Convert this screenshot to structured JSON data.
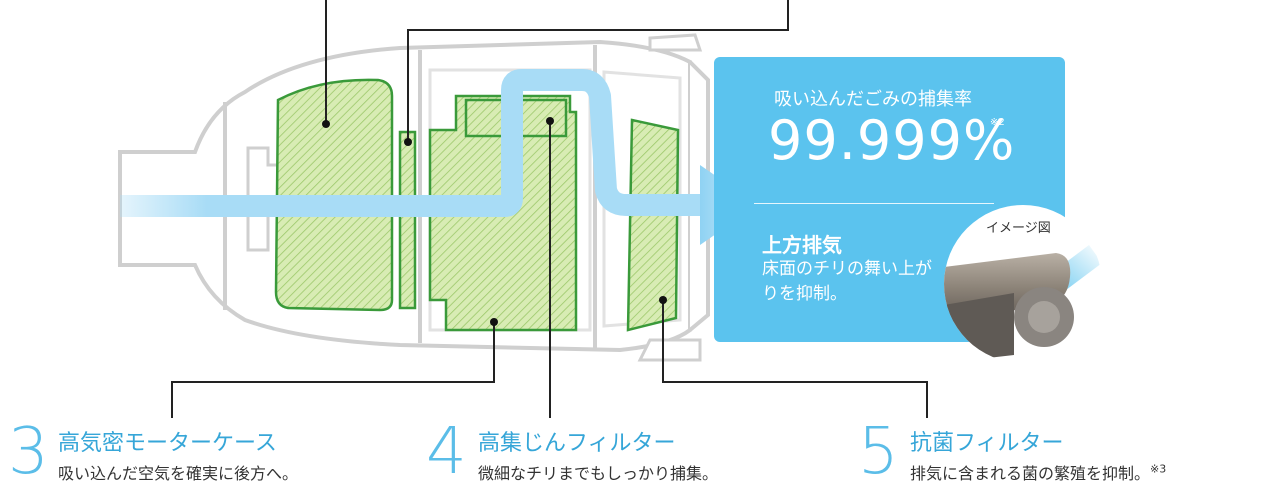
{
  "info_box": {
    "rate_label": "吸い込んだごみの捕集率",
    "rate_value": "99.999%",
    "rate_note": "※2",
    "exhaust_title": "上方排気",
    "exhaust_desc": "床面のチリの舞い上がりを抑制。",
    "inset_label": "イメージ図"
  },
  "callouts": [
    {
      "number": "3",
      "title": "高気密モーターケース",
      "desc": "吸い込んだ空気を確実に後方へ。",
      "note": ""
    },
    {
      "number": "4",
      "title": "高集じんフィルター",
      "desc": "微細なチリまでもしっかり捕集。",
      "note": ""
    },
    {
      "number": "5",
      "title": "抗菌フィルター",
      "desc": "排気に含まれる菌の繁殖を抑制。",
      "note": "※3"
    }
  ],
  "colors": {
    "accent": "#5bbde8",
    "info_box": "#5bc3ee",
    "filter_fill": "#cfe6a6",
    "filter_stroke": "#3a9a3a",
    "airflow": "#a8dcf6"
  }
}
